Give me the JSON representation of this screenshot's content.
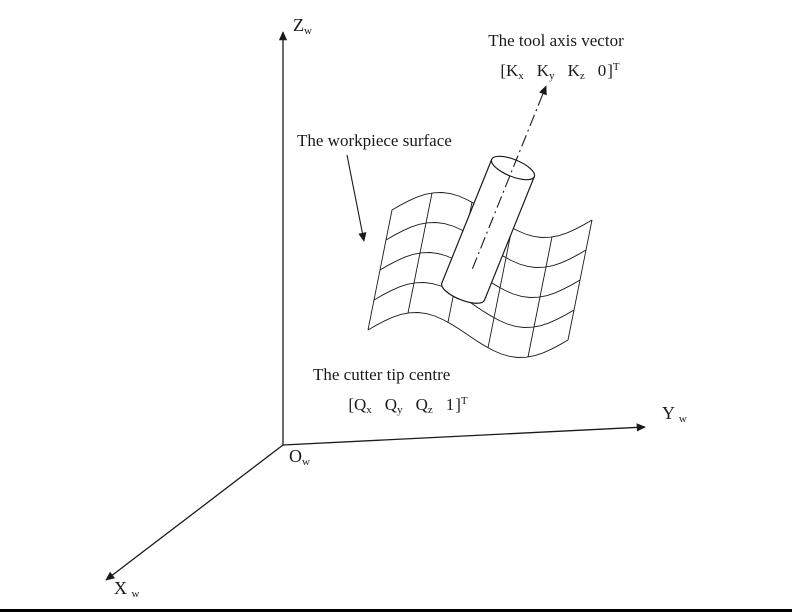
{
  "colors": {
    "ink": "#1a1a1a",
    "background": "#ffffff"
  },
  "figure": {
    "axes": {
      "z": {
        "base": "Z",
        "sub": "w"
      },
      "y": {
        "base": "Y",
        "sub": "w"
      },
      "x": {
        "base": "X",
        "sub": "w"
      },
      "origin": {
        "base": "O",
        "sub": "w"
      }
    },
    "tool_axis_label": "The tool axis vector",
    "tool_axis_vector": {
      "open": "[",
      "components": [
        {
          "base": "K",
          "sub": "x"
        },
        {
          "base": "K",
          "sub": "y"
        },
        {
          "base": "K",
          "sub": "z"
        },
        {
          "base": "0",
          "sub": ""
        }
      ],
      "close": "]",
      "sup": "T"
    },
    "workpiece_label": "The workpiece surface",
    "cutter_label": "The cutter tip centre",
    "cutter_vector": {
      "open": "[",
      "components": [
        {
          "base": "Q",
          "sub": "x"
        },
        {
          "base": "Q",
          "sub": "y"
        },
        {
          "base": "Q",
          "sub": "z"
        },
        {
          "base": "1",
          "sub": ""
        }
      ],
      "close": "]",
      "sup": "T"
    }
  }
}
